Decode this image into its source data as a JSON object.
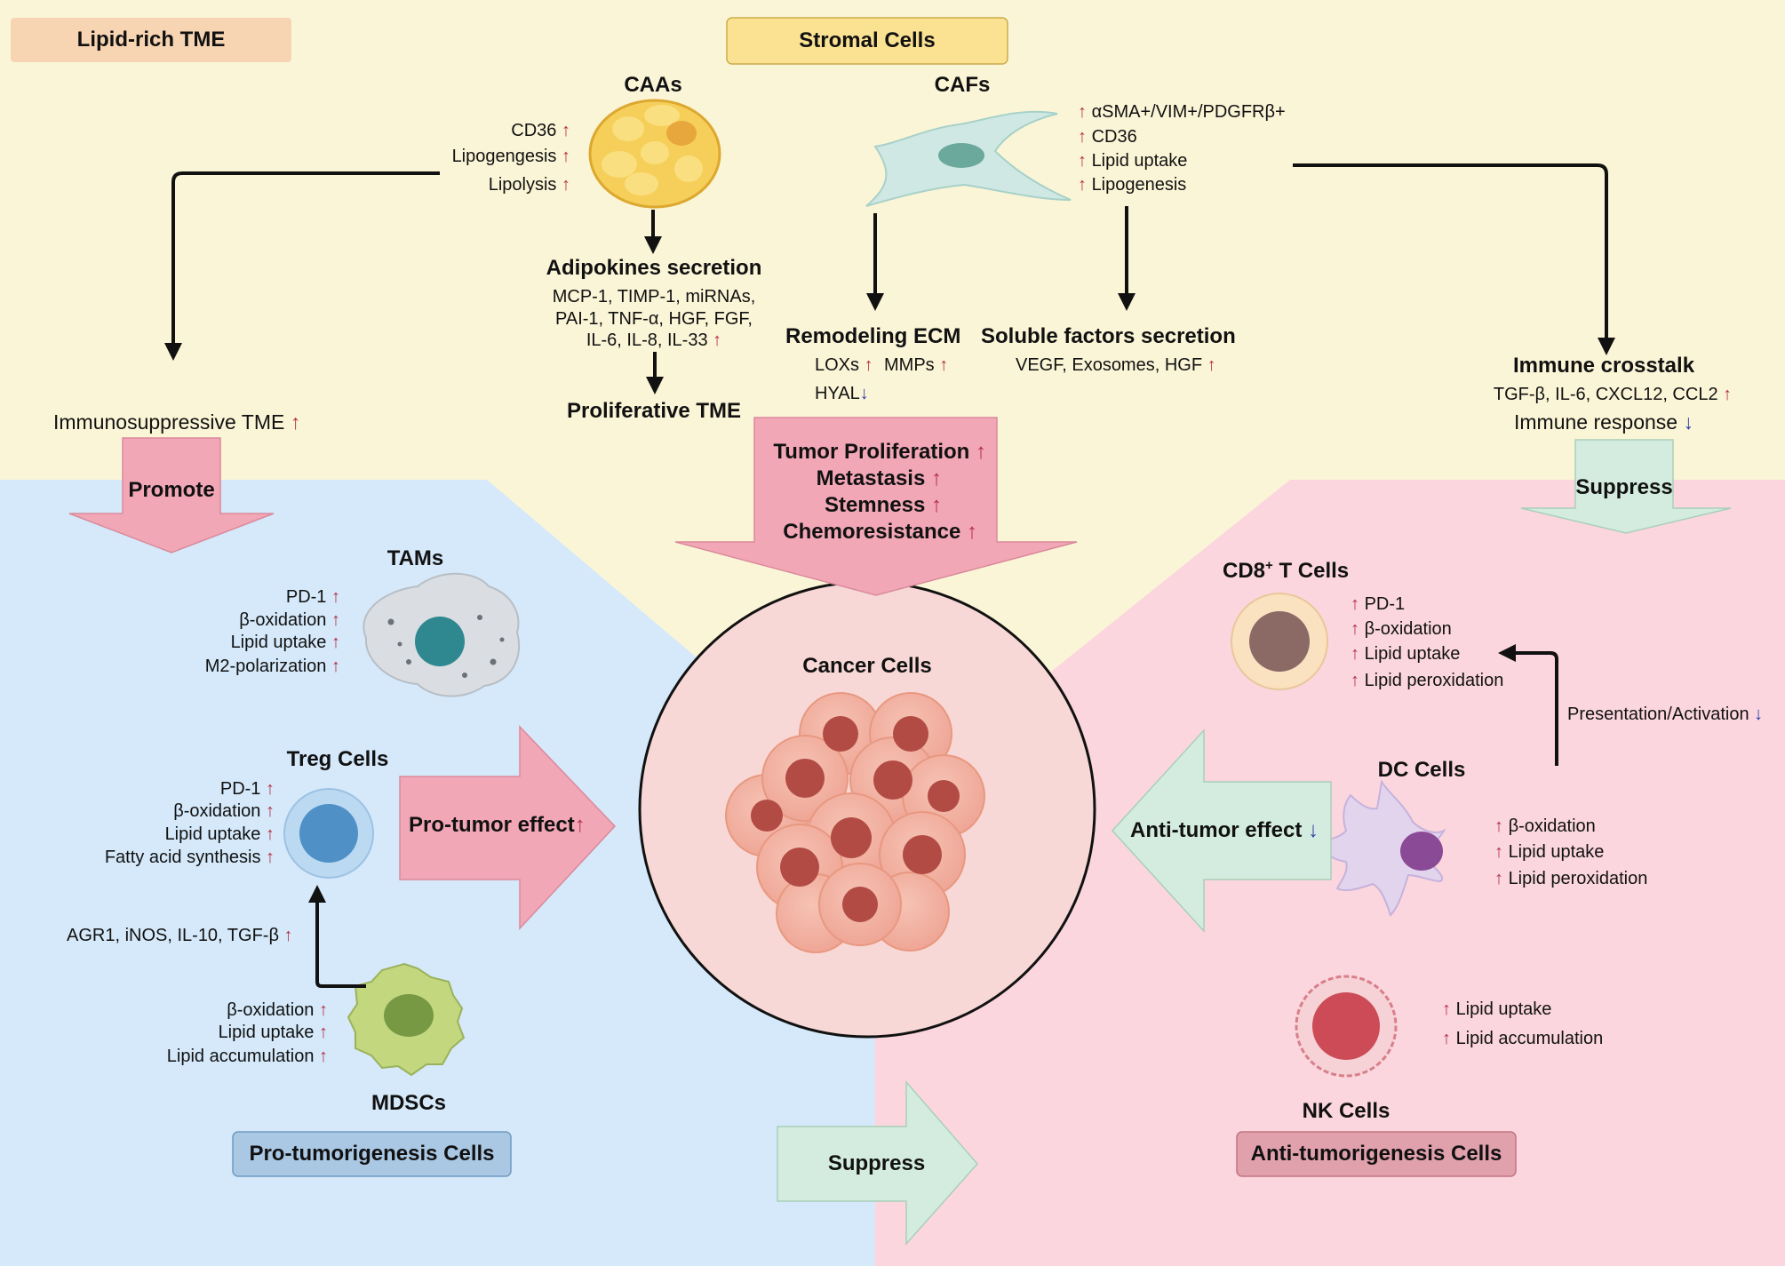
{
  "header": {
    "lipid_rich": "Lipid-rich TME",
    "stromal": "Stromal Cells"
  },
  "caas": {
    "title": "CAAs",
    "markers": [
      "CD36",
      "Lipogengesis",
      "Lipolysis"
    ],
    "secretion_title": "Adipokines secretion",
    "secretion_lines": [
      "MCP-1, TIMP-1, miRNAs,",
      "PAI-1, TNF-α, HGF, FGF,",
      "IL-6, IL-8, IL-33"
    ],
    "result": "Proliferative TME"
  },
  "cafs": {
    "title": "CAFs",
    "markers": [
      "αSMA+/VIM+/PDGFRβ+",
      "CD36",
      "Lipid uptake",
      "Lipogenesis"
    ],
    "ecm_title": "Remodeling ECM",
    "ecm_loxs": "LOXs",
    "ecm_mmps": "MMPs",
    "ecm_hyal": "HYAL",
    "soluble_title": "Soluble factors secretion",
    "soluble_text": "VEGF, Exosomes, HGF"
  },
  "immuno_tme": "Immunosuppressive TME",
  "immune_crosstalk": {
    "title": "Immune crosstalk",
    "factors": "TGF-β, IL-6, CXCL12, CCL2",
    "response": "Immune response"
  },
  "arrows": {
    "promote": "Promote",
    "suppress_right": "Suppress",
    "tumor_effects": [
      "Tumor Proliferation",
      "Metastasis",
      "Stemness",
      "Chemoresistance"
    ],
    "pro_tumor": "Pro-tumor effect",
    "anti_tumor": "Anti-tumor effect",
    "suppress_bottom": "Suppress"
  },
  "cancer": {
    "title": "Cancer Cells"
  },
  "tams": {
    "title": "TAMs",
    "markers": [
      "PD-1",
      "β-oxidation",
      "Lipid uptake",
      "M2-polarization"
    ]
  },
  "treg": {
    "title": "Treg Cells",
    "markers": [
      "PD-1",
      "β-oxidation",
      "Lipid uptake",
      "Fatty acid synthesis"
    ]
  },
  "mdsc": {
    "title": "MDSCs",
    "factors": "AGR1, iNOS, IL-10, TGF-β",
    "markers": [
      "β-oxidation",
      "Lipid uptake",
      "Lipid accumulation"
    ]
  },
  "cd8": {
    "title_main": "CD8",
    "title_sup": "+",
    "title_rest": " T Cells",
    "markers": [
      "PD-1",
      "β-oxidation",
      "Lipid uptake",
      "Lipid peroxidation"
    ]
  },
  "dc": {
    "title": "DC Cells",
    "presentation": "Presentation/Activation",
    "markers": [
      "β-oxidation",
      "Lipid uptake",
      "Lipid peroxidation"
    ]
  },
  "nk": {
    "title": "NK Cells",
    "markers": [
      "Lipid uptake",
      "Lipid accumulation"
    ]
  },
  "footer": {
    "pro": "Pro-tumorigenesis Cells",
    "anti": "Anti-tumorigenesis Cells"
  },
  "colors": {
    "yellow_bg": "#fbf5d7",
    "blue_bg": "#d5e9fa",
    "pink_bg": "#fbd6de",
    "up_arrow": "#b5324a",
    "down_arrow": "#2b3fa8",
    "pink_arrow": "#f2a7b7",
    "green_arrow": "#d4ecdf"
  },
  "glyphs": {
    "up": "↑",
    "down": "↓"
  }
}
